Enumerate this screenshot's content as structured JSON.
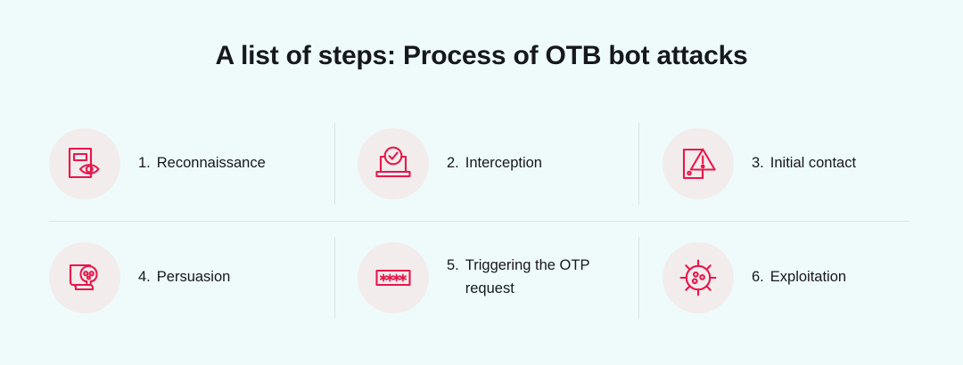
{
  "title": "A list of steps: Process of OTB bot attacks",
  "colors": {
    "background": "#effbfb",
    "accent_red": "#e8174a",
    "icon_badge_bg": "#f3eced",
    "text": "#15181c",
    "divider": "#d9e4e4"
  },
  "steps": [
    {
      "number": "1.",
      "label": "Reconnaissance",
      "icon": "document-eye-icon"
    },
    {
      "number": "2.",
      "label": "Interception",
      "icon": "laptop-check-icon"
    },
    {
      "number": "3.",
      "label": "Initial contact",
      "icon": "phone-warning-icon"
    },
    {
      "number": "4.",
      "label": "Persuasion",
      "icon": "monitor-skull-icon"
    },
    {
      "number": "5.",
      "label": "Triggering the OTP request",
      "icon": "password-asterisks-icon"
    },
    {
      "number": "6.",
      "label": "Exploitation",
      "icon": "virus-icon"
    }
  ]
}
